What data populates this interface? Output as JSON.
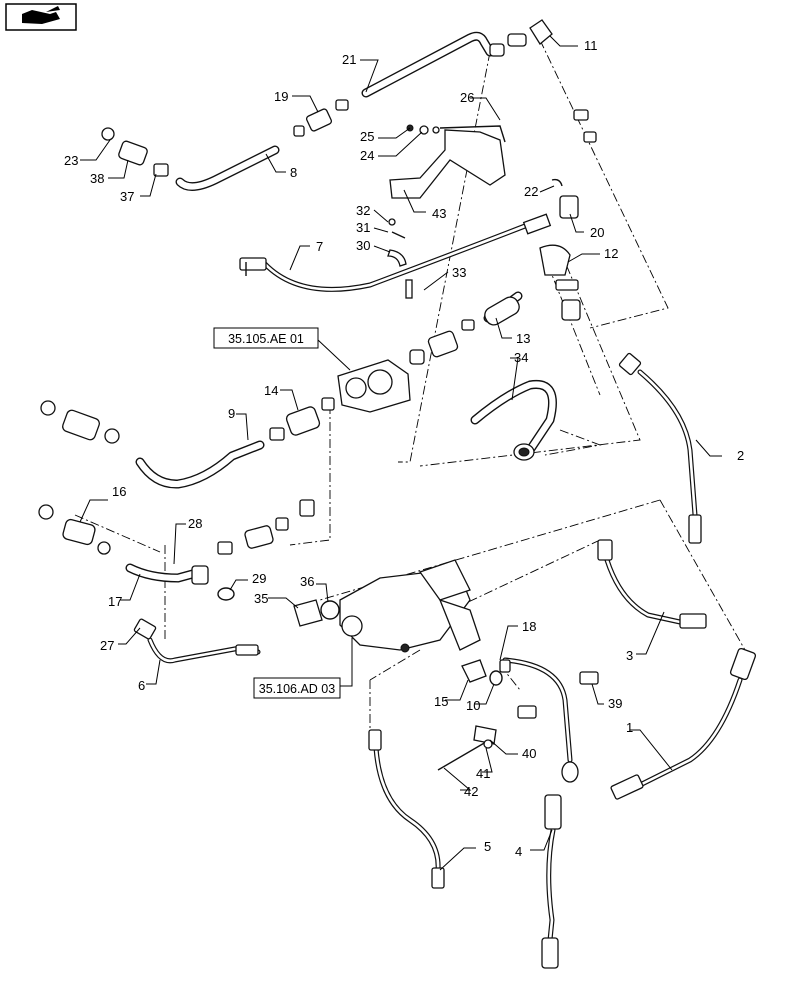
{
  "nav_icon": "page-turn-icon",
  "references": {
    "ref_1": "35.105.AE 01",
    "ref_2": "35.106.AD 03"
  },
  "callouts": [
    {
      "id": "c1",
      "text": "1"
    },
    {
      "id": "c2",
      "text": "2"
    },
    {
      "id": "c3",
      "text": "3"
    },
    {
      "id": "c4",
      "text": "4"
    },
    {
      "id": "c5",
      "text": "5"
    },
    {
      "id": "c6",
      "text": "6"
    },
    {
      "id": "c7",
      "text": "7"
    },
    {
      "id": "c8",
      "text": "8"
    },
    {
      "id": "c9",
      "text": "9"
    },
    {
      "id": "c10",
      "text": "10"
    },
    {
      "id": "c11",
      "text": "11"
    },
    {
      "id": "c12",
      "text": "12"
    },
    {
      "id": "c13",
      "text": "13"
    },
    {
      "id": "c14",
      "text": "14"
    },
    {
      "id": "c15",
      "text": "15"
    },
    {
      "id": "c16",
      "text": "16"
    },
    {
      "id": "c17",
      "text": "17"
    },
    {
      "id": "c18",
      "text": "18"
    },
    {
      "id": "c19",
      "text": "19"
    },
    {
      "id": "c20",
      "text": "20"
    },
    {
      "id": "c21",
      "text": "21"
    },
    {
      "id": "c22",
      "text": "22"
    },
    {
      "id": "c23",
      "text": "23"
    },
    {
      "id": "c24",
      "text": "24"
    },
    {
      "id": "c25",
      "text": "25"
    },
    {
      "id": "c26",
      "text": "26"
    },
    {
      "id": "c27",
      "text": "27"
    },
    {
      "id": "c28",
      "text": "28"
    },
    {
      "id": "c29",
      "text": "29"
    },
    {
      "id": "c30",
      "text": "30"
    },
    {
      "id": "c31",
      "text": "31"
    },
    {
      "id": "c32",
      "text": "32"
    },
    {
      "id": "c33",
      "text": "33"
    },
    {
      "id": "c34",
      "text": "34"
    },
    {
      "id": "c35",
      "text": "35"
    },
    {
      "id": "c36",
      "text": "36"
    },
    {
      "id": "c37",
      "text": "37"
    },
    {
      "id": "c38",
      "text": "38"
    },
    {
      "id": "c39",
      "text": "39"
    },
    {
      "id": "c40",
      "text": "40"
    },
    {
      "id": "c41",
      "text": "41"
    },
    {
      "id": "c42",
      "text": "42"
    },
    {
      "id": "c43",
      "text": "43"
    }
  ]
}
